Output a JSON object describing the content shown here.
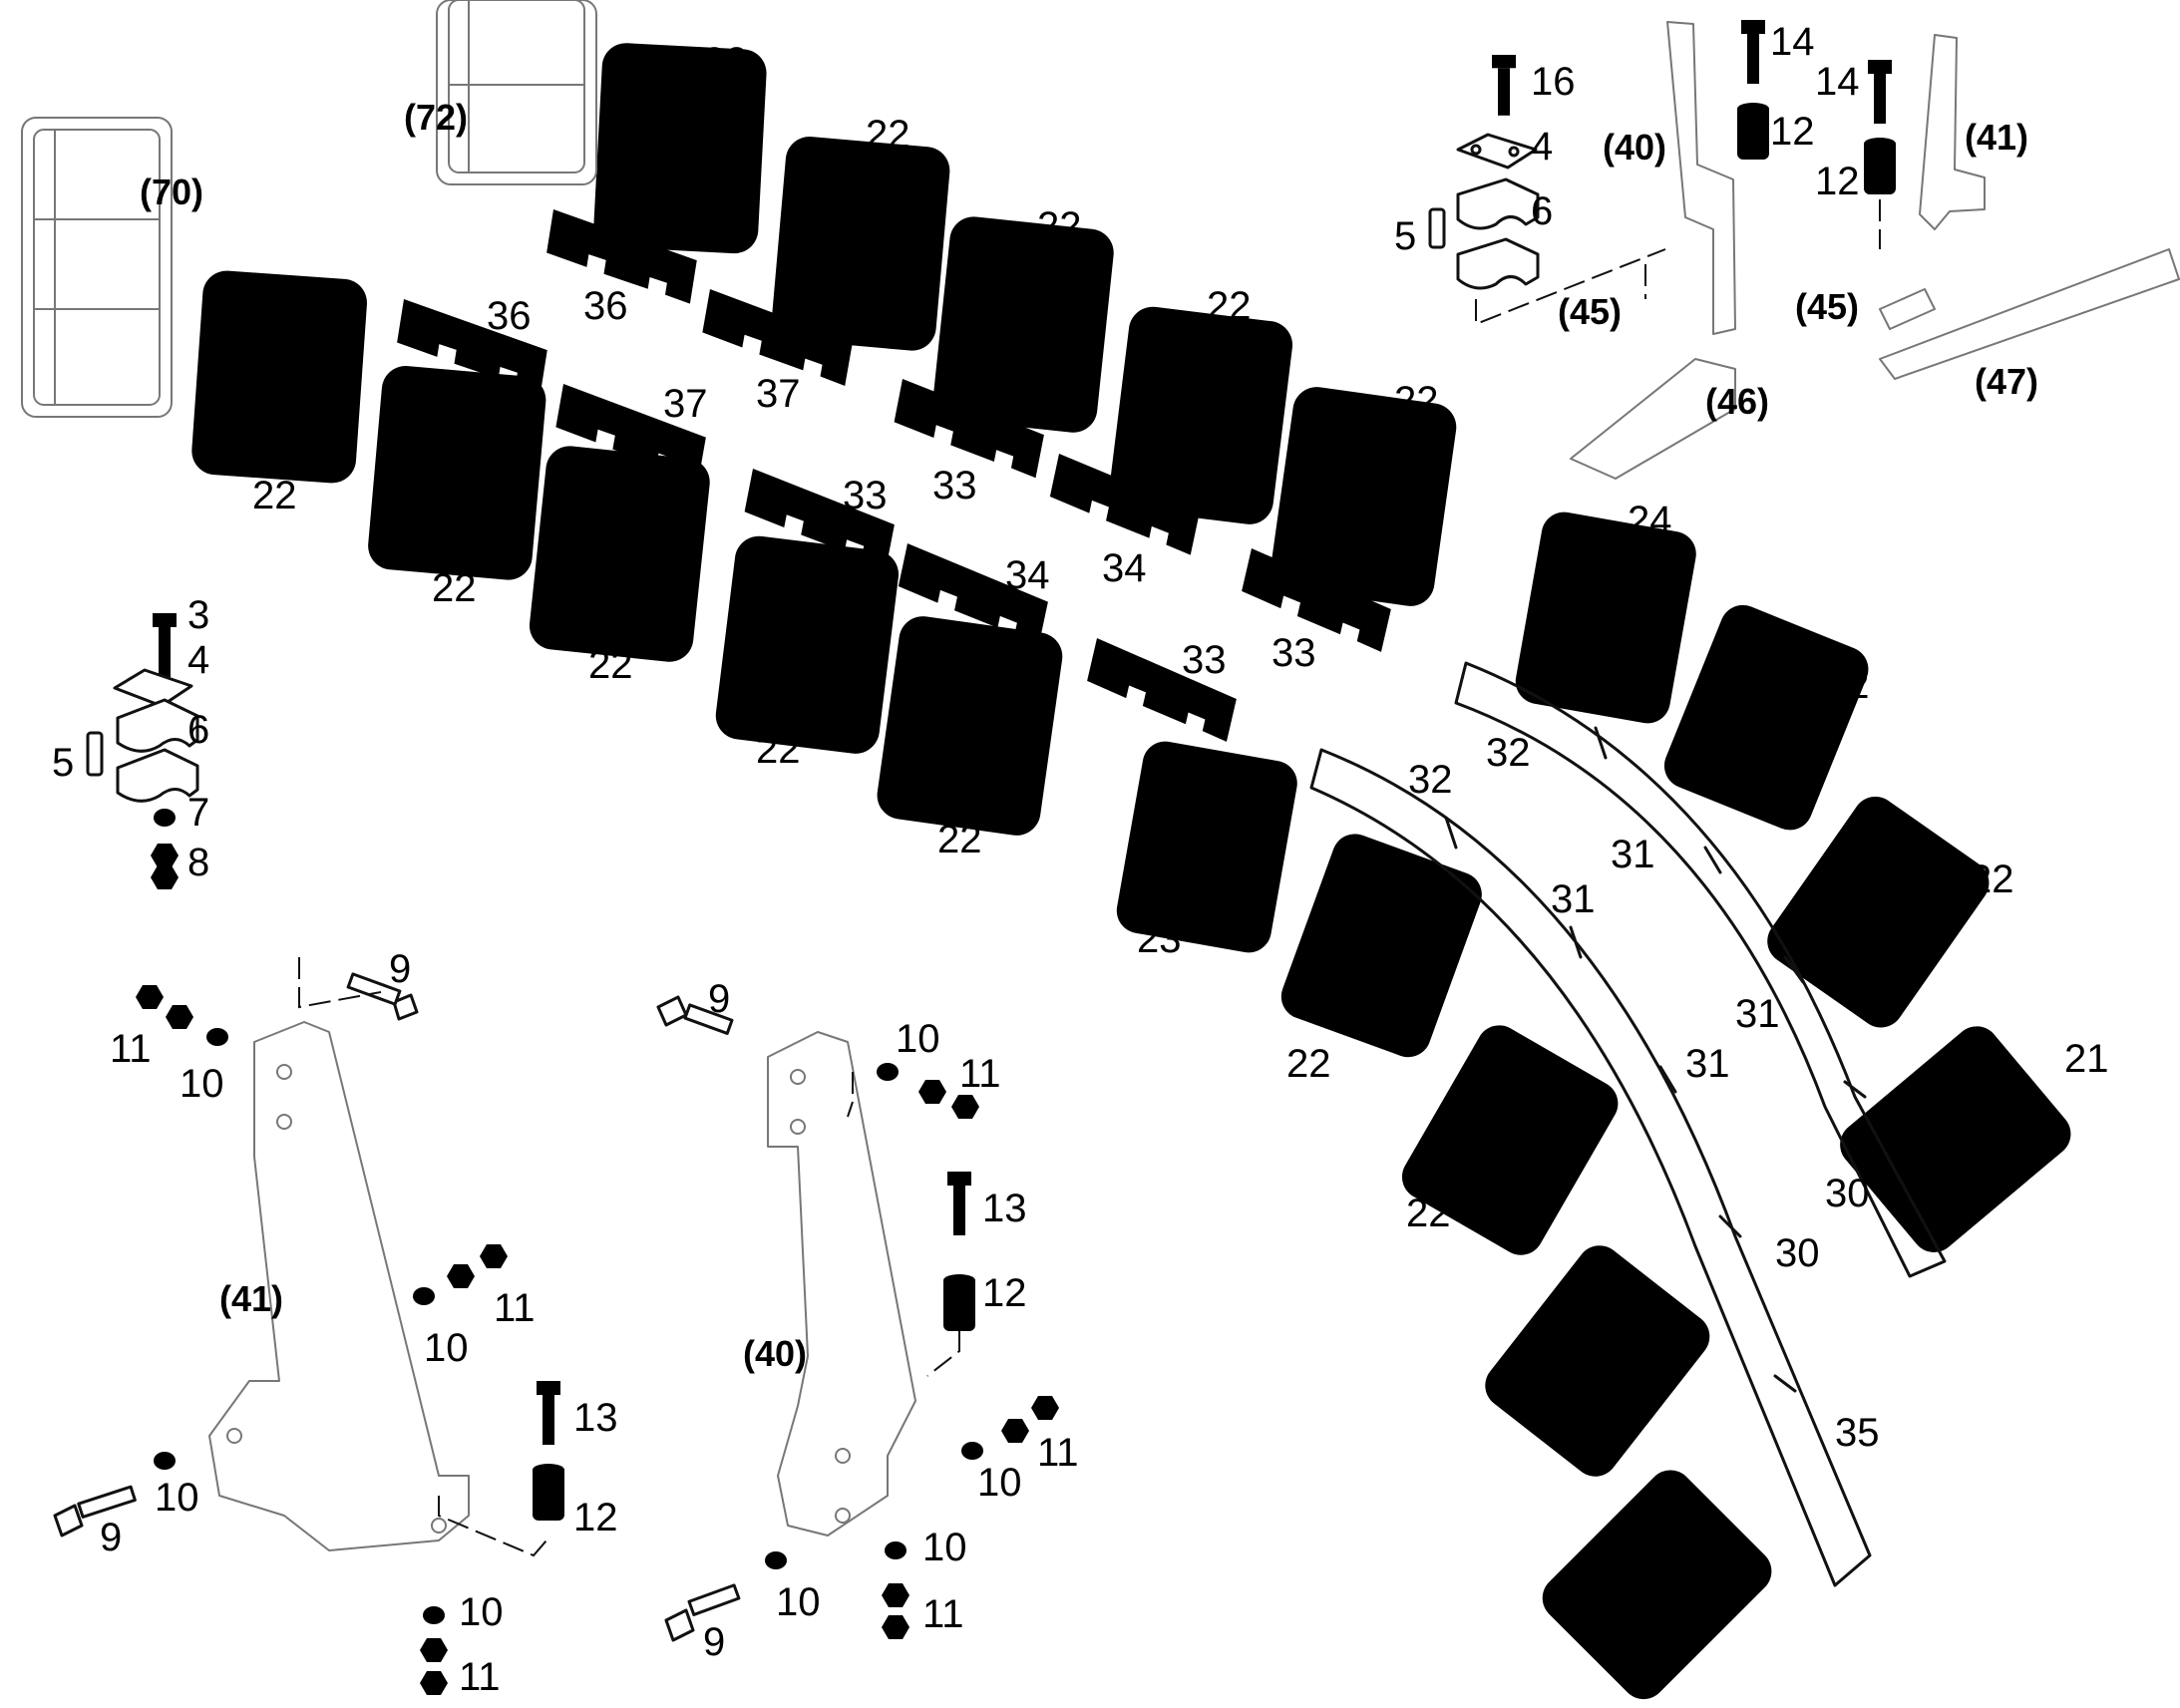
{
  "labels": [
    {
      "id": "l1",
      "text": "22"
    },
    {
      "id": "l2",
      "text": "22"
    },
    {
      "id": "l3",
      "text": "22"
    },
    {
      "id": "l4",
      "text": "22"
    },
    {
      "id": "l5",
      "text": "22"
    },
    {
      "id": "l6",
      "text": "22"
    },
    {
      "id": "l7",
      "text": "22"
    },
    {
      "id": "l8",
      "text": "22"
    },
    {
      "id": "l9",
      "text": "22"
    },
    {
      "id": "l10",
      "text": "22"
    },
    {
      "id": "l11",
      "text": "22"
    },
    {
      "id": "l12",
      "text": "22"
    },
    {
      "id": "l13",
      "text": "22"
    },
    {
      "id": "l14",
      "text": "22"
    },
    {
      "id": "l15",
      "text": "22"
    },
    {
      "id": "l16",
      "text": "22"
    },
    {
      "id": "l17",
      "text": "(72)"
    },
    {
      "id": "l18",
      "text": "(70)"
    },
    {
      "id": "l19",
      "text": "36"
    },
    {
      "id": "l20",
      "text": "36"
    },
    {
      "id": "l21",
      "text": "37"
    },
    {
      "id": "l22",
      "text": "37"
    },
    {
      "id": "l23",
      "text": "33"
    },
    {
      "id": "l24",
      "text": "33"
    },
    {
      "id": "l25",
      "text": "33"
    },
    {
      "id": "l26",
      "text": "33"
    },
    {
      "id": "l27",
      "text": "34"
    },
    {
      "id": "l28",
      "text": "34"
    },
    {
      "id": "l29",
      "text": "16"
    },
    {
      "id": "l30",
      "text": "4"
    },
    {
      "id": "l31",
      "text": "6"
    },
    {
      "id": "l32",
      "text": "5"
    },
    {
      "id": "l33",
      "text": "(40)"
    },
    {
      "id": "l34",
      "text": "14"
    },
    {
      "id": "l35",
      "text": "12"
    },
    {
      "id": "l36",
      "text": "14"
    },
    {
      "id": "l37",
      "text": "12"
    },
    {
      "id": "l38",
      "text": "(41)"
    },
    {
      "id": "l39",
      "text": "(45)"
    },
    {
      "id": "l40",
      "text": "(45)"
    },
    {
      "id": "l41",
      "text": "(46)"
    },
    {
      "id": "l42",
      "text": "(47)"
    },
    {
      "id": "l43",
      "text": "24"
    },
    {
      "id": "l44",
      "text": "32"
    },
    {
      "id": "l45",
      "text": "32"
    },
    {
      "id": "l46",
      "text": "31"
    },
    {
      "id": "l47",
      "text": "31"
    },
    {
      "id": "l48",
      "text": "31"
    },
    {
      "id": "l49",
      "text": "31"
    },
    {
      "id": "l50",
      "text": "30"
    },
    {
      "id": "l51",
      "text": "30"
    },
    {
      "id": "l52",
      "text": "35"
    },
    {
      "id": "l53",
      "text": "21"
    },
    {
      "id": "l54",
      "text": "20"
    },
    {
      "id": "l55",
      "text": "23"
    },
    {
      "id": "l56",
      "text": "3"
    },
    {
      "id": "l57",
      "text": "4"
    },
    {
      "id": "l58",
      "text": "6"
    },
    {
      "id": "l59",
      "text": "5"
    },
    {
      "id": "l60",
      "text": "7"
    },
    {
      "id": "l61",
      "text": "8"
    },
    {
      "id": "l62",
      "text": "9"
    },
    {
      "id": "l63",
      "text": "11"
    },
    {
      "id": "l64",
      "text": "10"
    },
    {
      "id": "l65",
      "text": "(41)"
    },
    {
      "id": "l66",
      "text": "10"
    },
    {
      "id": "l67",
      "text": "11"
    },
    {
      "id": "l68",
      "text": "10"
    },
    {
      "id": "l69",
      "text": "9"
    },
    {
      "id": "l70",
      "text": "13"
    },
    {
      "id": "l71",
      "text": "12"
    },
    {
      "id": "l72",
      "text": "10"
    },
    {
      "id": "l73",
      "text": "11"
    },
    {
      "id": "l74",
      "text": "9"
    },
    {
      "id": "l75",
      "text": "10"
    },
    {
      "id": "l76",
      "text": "11"
    },
    {
      "id": "l77",
      "text": "13"
    },
    {
      "id": "l78",
      "text": "12"
    },
    {
      "id": "l79",
      "text": "(40)"
    },
    {
      "id": "l80",
      "text": "10"
    },
    {
      "id": "l81",
      "text": "11"
    },
    {
      "id": "l82",
      "text": "10"
    },
    {
      "id": "l83",
      "text": "10"
    },
    {
      "id": "l84",
      "text": "11"
    },
    {
      "id": "l85",
      "text": "9"
    },
    {
      "id": "l86",
      "text": "22"
    }
  ]
}
